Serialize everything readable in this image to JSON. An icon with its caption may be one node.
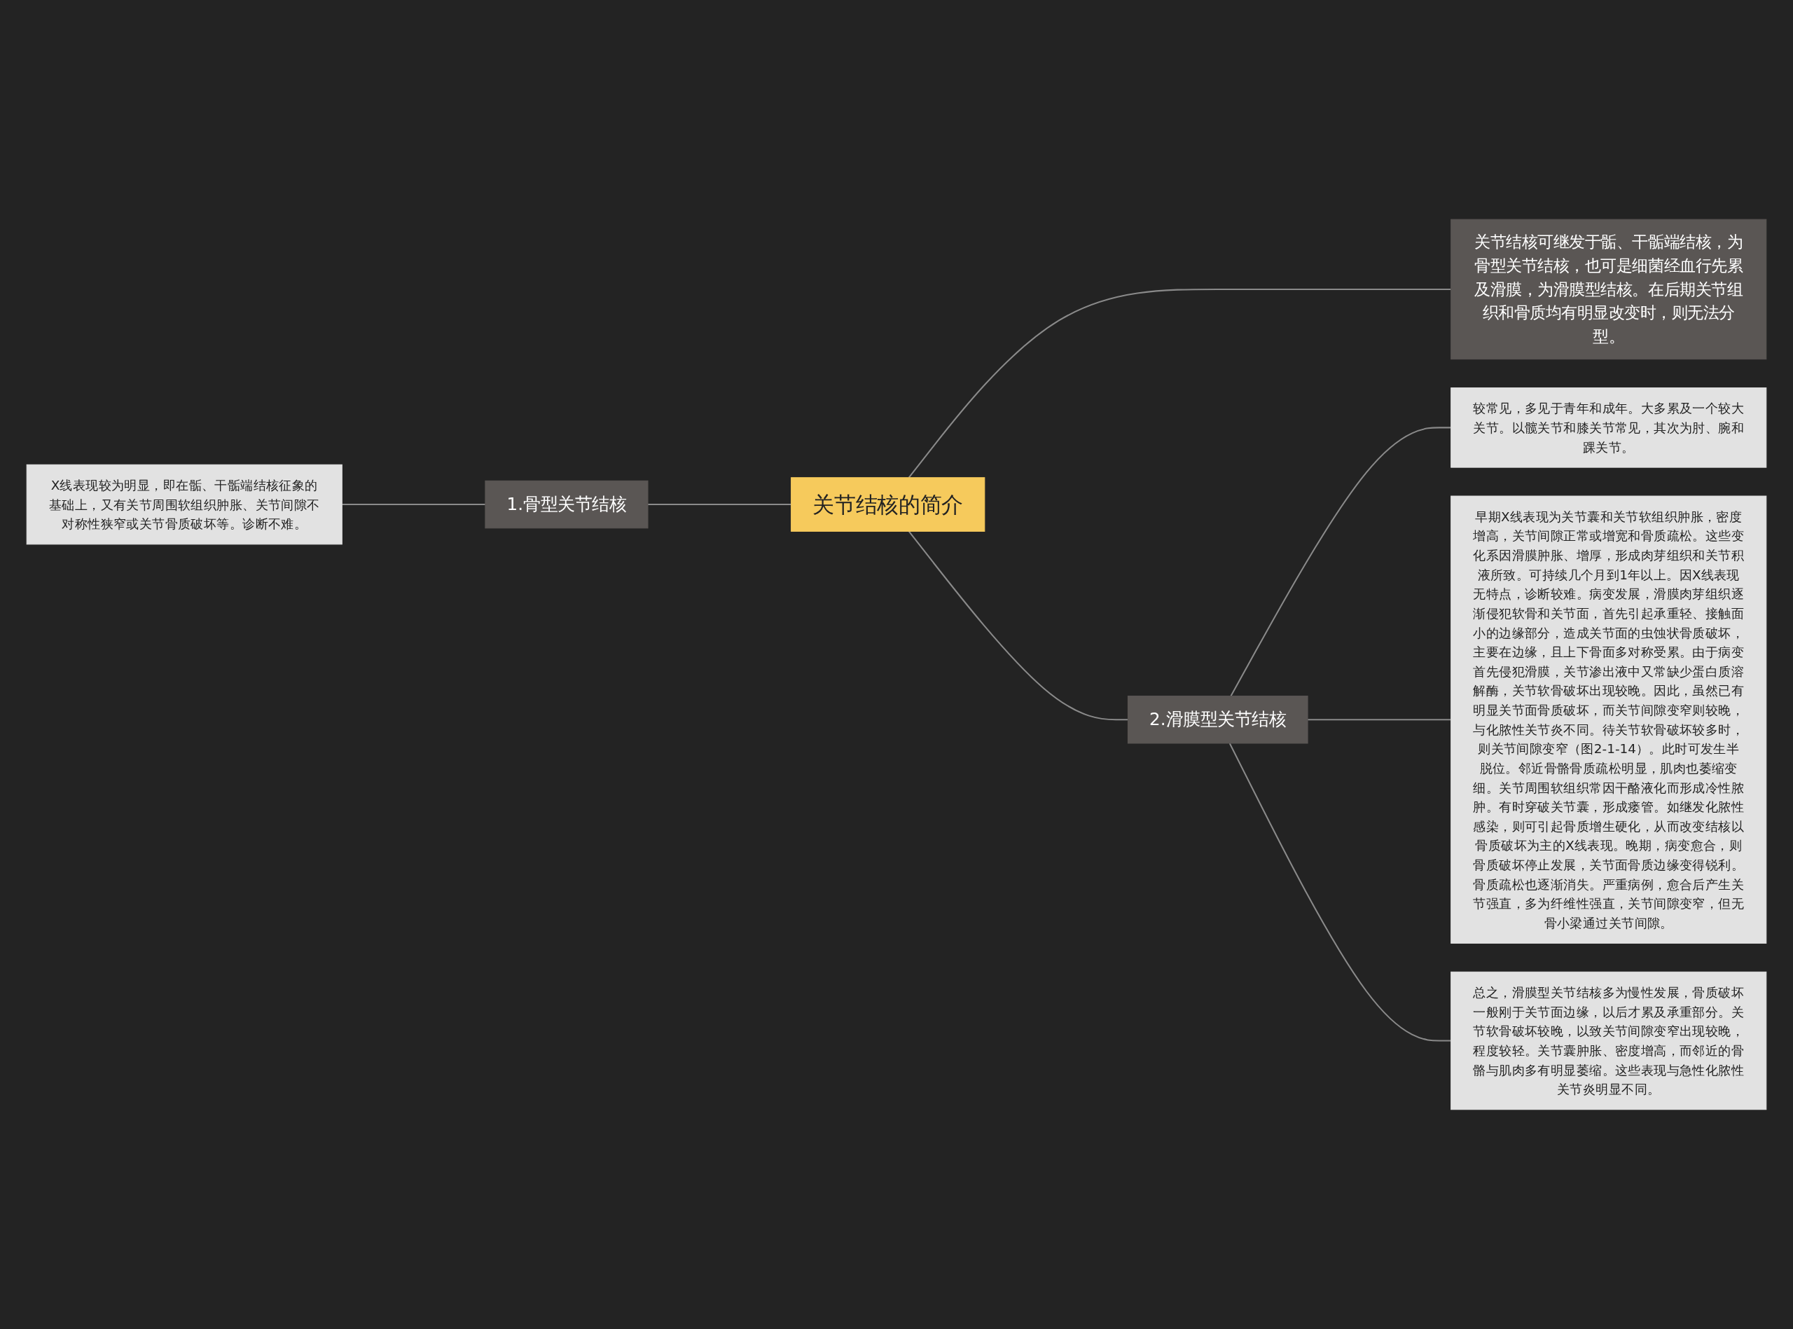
{
  "diagram": {
    "nodes": [
      {
        "text": [
          "关节结核的简介"
        ]
      },
      {
        "text": [
          "1.骨型关节结核"
        ]
      },
      {
        "text": [
          "X线表现较为明显，即在骺、干骺端结核征象的基础上，又有关节周围软组织肿胀、关节间隙不对称性狭窄或关节骨质破坏等。诊断不难。"
        ]
      },
      {
        "text": [
          "关节结核可继发于骺、干骺端结核，为骨型关节结核，也可是细菌经血行先累及滑膜，为滑膜型结核。在后期关节组织和骨质均有明显改变时，则无法分型。"
        ]
      },
      {
        "text": [
          "2.滑膜型关节结核"
        ]
      },
      {
        "text": [
          "较常见，多见于青年和成年。大多累及一个较大关节。以髋关节和膝关节常见，其次为肘、腕和踝关节。"
        ]
      },
      {
        "text": [
          "早期X线表现为关节囊和关节软组织肿胀，密度增高，关节间隙正常或增宽和骨质疏松。这些变化系因滑膜肿胀、增厚，形成肉芽组织和关节积液所致。可持续几个月到1年以上。因X线表现无特点，诊断较难。病变发展，滑膜肉芽组织逐渐侵犯软骨和关节面，首先引起承重轻、接触面小的边缘部分，造成关节面的虫蚀状骨质破坏，主要在边缘，且上下骨面多对称受累。由于病变首先侵犯滑膜，关节渗出液中又常缺少蛋白质溶解酶，关节软骨破坏出现较晚。因此，虽然已有明显关节面骨质破坏，而关节间隙变窄则较晚，与化脓性关节炎不同。待关节软骨破坏较多时，则关节间隙变窄（图2-1-14）。此时可发生半脱位。邻近骨骼骨质疏松明显，肌肉也萎缩变细。关节周围软组织常因干酪液化而形成冷性脓肿。有时穿破关节囊，形成瘘管。如继发化脓性感染，则可引起骨质增生硬化，从而改变结核以骨质破坏为主的X线表现。晚期，病变愈合，则骨质破坏停止发展，关节面骨质边缘变得锐利。骨质疏松也逐渐消失。严重病例，愈合后产生关节强直，多为纤维性强直，关节间隙变窄，但无骨小梁通过关节间隙。"
        ]
      },
      {
        "text": [
          "总之，滑膜型关节结核多为慢性发展，骨质破坏一般刚于关节面边缘，以后才累及承重部分。关节软骨破坏较晚，以致关节间隙变窄出现较晚，程度较轻。关节囊肿胀、密度增高，而邻近的骨骼与肌肉多有明显萎缩。这些表现与急性化脓性关节炎明显不同。"
        ]
      }
    ],
    "edges": [
      {
        "from": 1,
        "to": 0,
        "arrow": "none"
      },
      {
        "from": 2,
        "to": 1,
        "arrow": "none"
      },
      {
        "from": 0,
        "to": 3,
        "arrow": "none"
      },
      {
        "from": 0,
        "to": 4,
        "arrow": "none"
      },
      {
        "from": 4,
        "to": 5,
        "arrow": "none"
      },
      {
        "from": 4,
        "to": 6,
        "arrow": "none"
      },
      {
        "from": 4,
        "to": 7,
        "arrow": "none"
      }
    ]
  }
}
